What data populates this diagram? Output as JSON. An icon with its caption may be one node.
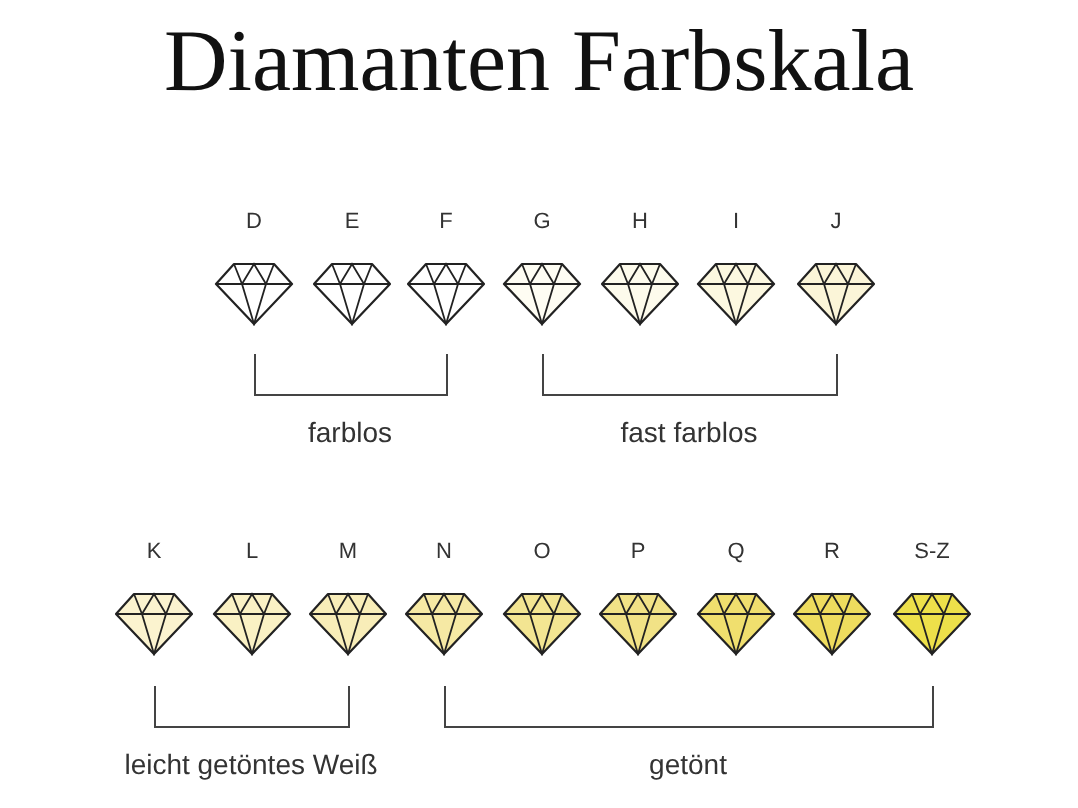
{
  "diagram": {
    "title": "Diamanten Farbskala",
    "nodes": [
      {
        "text": [
          "D"
        ]
      },
      {
        "text": [
          "E"
        ]
      },
      {
        "text": [
          "F"
        ]
      },
      {
        "text": [
          "G"
        ]
      },
      {
        "text": [
          "H"
        ]
      },
      {
        "text": [
          "I"
        ]
      },
      {
        "text": [
          "J"
        ]
      },
      {
        "text": [
          "K"
        ]
      },
      {
        "text": [
          "L"
        ]
      },
      {
        "text": [
          "M"
        ]
      },
      {
        "text": [
          "N"
        ]
      },
      {
        "text": [
          "O"
        ]
      },
      {
        "text": [
          "P"
        ]
      },
      {
        "text": [
          "Q"
        ]
      },
      {
        "text": [
          "R"
        ]
      },
      {
        "text": [
          "S-Z"
        ]
      }
    ],
    "labels": [
      "farblos",
      "fast farblos",
      "leicht getöntes Weiß",
      "getönt"
    ]
  }
}
